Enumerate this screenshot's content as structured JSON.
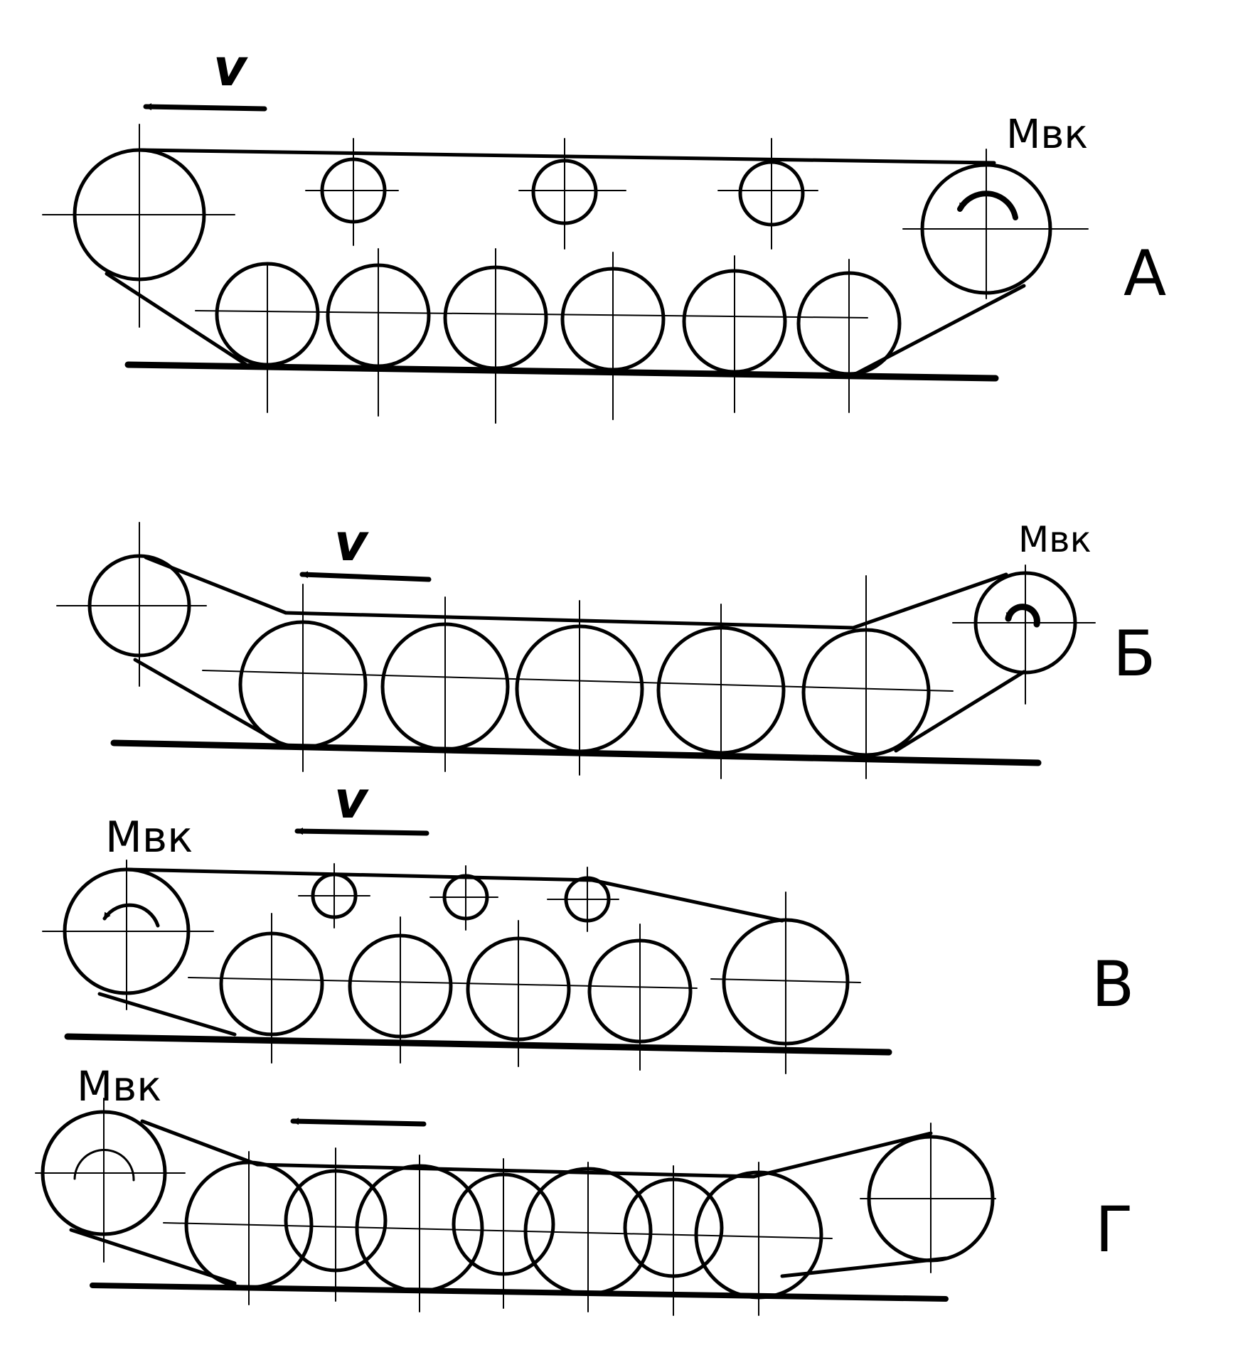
{
  "variants": [
    {
      "id": "A",
      "letter": "А",
      "torque_label": "Mвк",
      "velocity_label": "v"
    },
    {
      "id": "B",
      "letter": "Б",
      "torque_label": "Mвк",
      "velocity_label": "v"
    },
    {
      "id": "V",
      "letter": "В",
      "torque_label": "Mвк",
      "velocity_label": "v"
    },
    {
      "id": "G",
      "letter": "Г",
      "torque_label": "Mвк",
      "velocity_label": ""
    }
  ],
  "colors": {
    "ink": "#000000",
    "paper": "#ffffff"
  }
}
